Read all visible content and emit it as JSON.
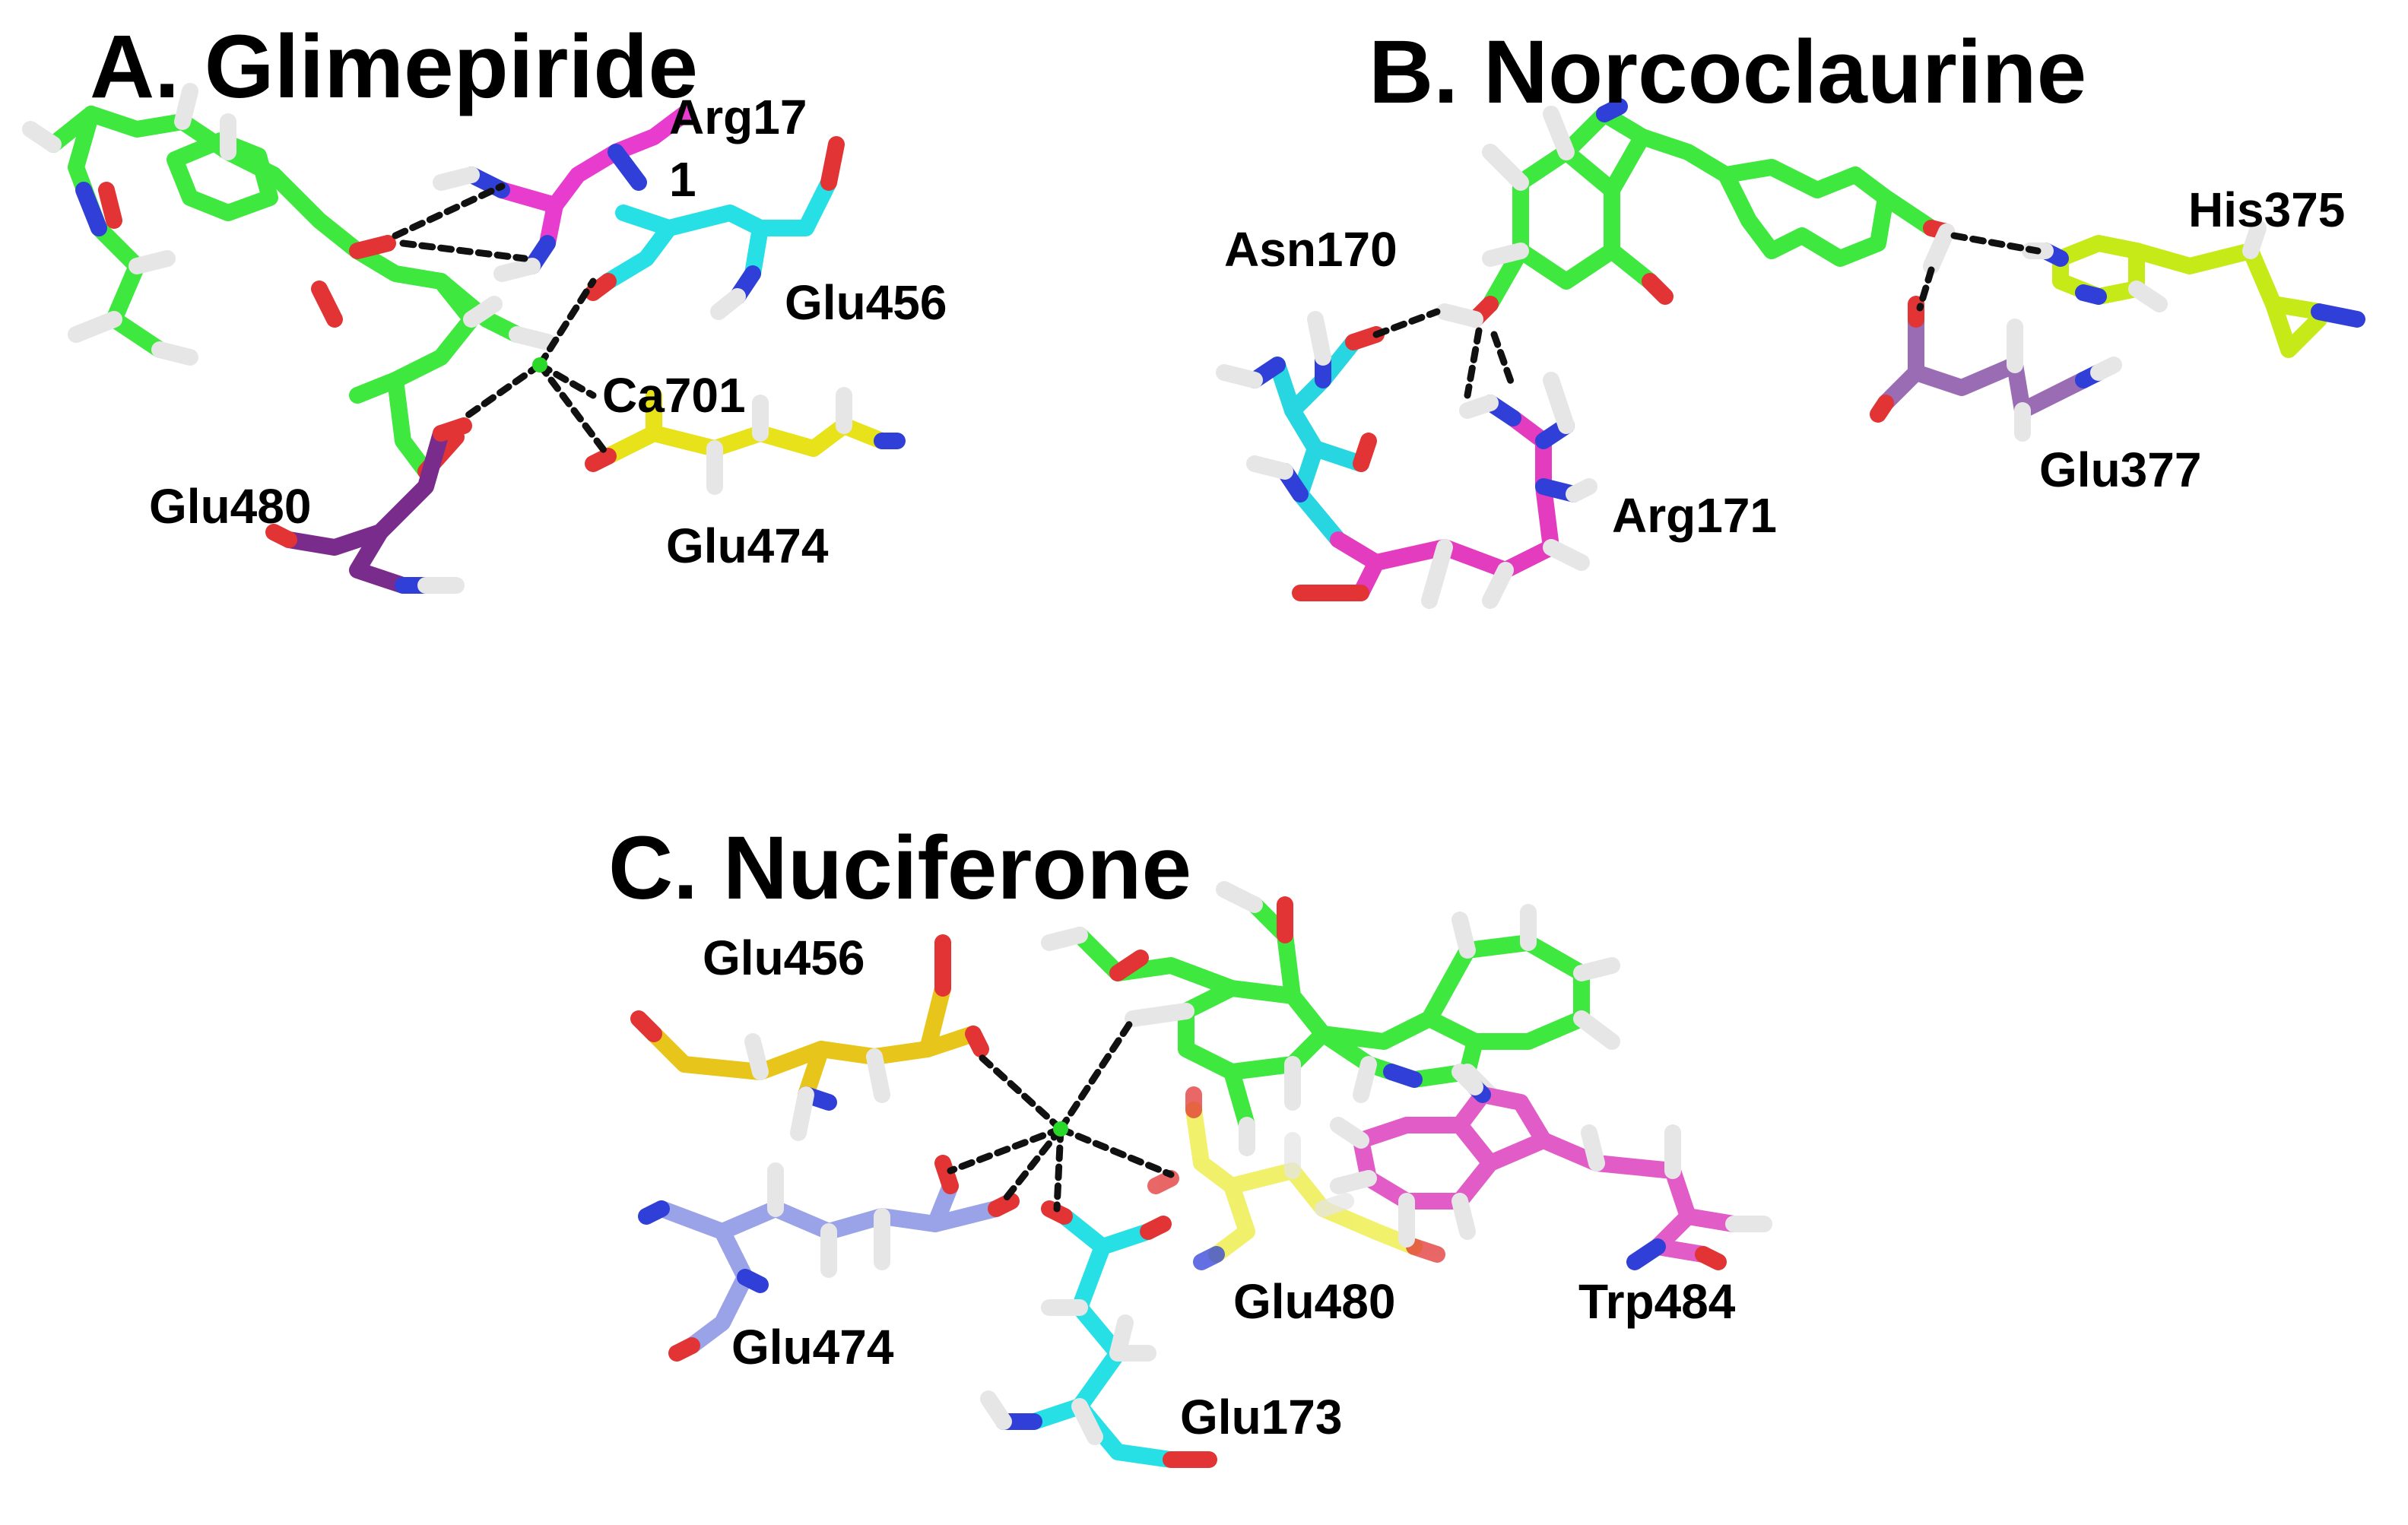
{
  "panels": [
    {
      "id": "A",
      "title": "A. Glimepiride",
      "labels": [
        "Arg17",
        "1",
        "Glu456",
        "Ca701",
        "Glu480",
        "Glu474"
      ],
      "ligand_color": "#3ee83e",
      "residue_colors": {
        "Arg17": "#e83ccf",
        "Glu456": "#27e0e6",
        "Glu474": "#e8e21a",
        "Glu480": "#7a2c8c"
      }
    },
    {
      "id": "B",
      "title": "B. Norcoclaurine",
      "labels": [
        "His375",
        "Asn170",
        "Glu377",
        "Arg171"
      ],
      "ligand_color": "#3ee83e",
      "residue_colors": {
        "His375": "#c5ea18",
        "Asn170": "#27d6e0",
        "Glu377": "#9a6cb4",
        "Arg171": "#e33cbf"
      }
    },
    {
      "id": "C",
      "title": "C. Nuciferone",
      "labels": [
        "Glu456",
        "Glu474",
        "Glu480",
        "Trp484",
        "Glu173"
      ],
      "ligand_color": "#3ee83e",
      "residue_colors": {
        "Glu456": "#e8c51a",
        "Glu474": "#9aa2e8",
        "Glu480": "#ecec3a",
        "Trp484": "#e25cc8",
        "Glu173": "#27e0e6"
      }
    }
  ]
}
